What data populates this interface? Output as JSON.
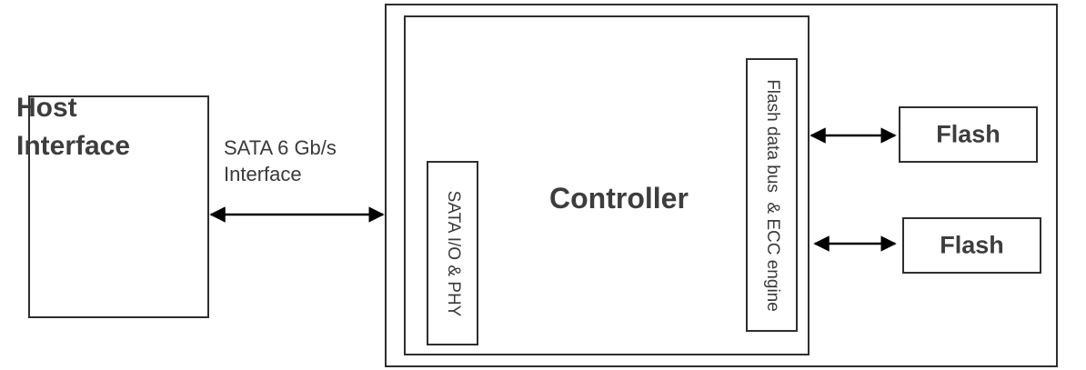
{
  "host": {
    "title": "Host\nInterface"
  },
  "interface_label": "SATA 6 Gb/s\nInterface",
  "controller": {
    "title": "Controller"
  },
  "sata_phy": {
    "label": "SATA I/O & PHY"
  },
  "flash_bus": {
    "label": "Flash data bus  & ECC engine"
  },
  "flash_chips": [
    {
      "label": "Flash"
    },
    {
      "label": "Flash"
    }
  ]
}
